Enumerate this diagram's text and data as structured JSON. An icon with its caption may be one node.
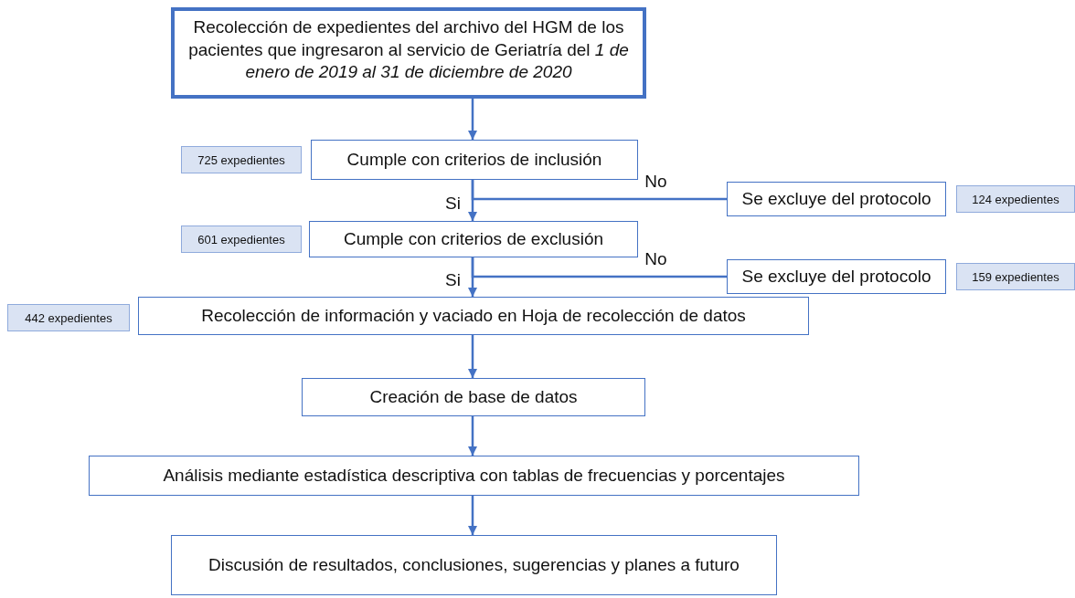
{
  "diagram": {
    "nodes": [
      {
        "text": [
          "Recolección de expedientes del archivo del HGM de los pacientes que ingresaron al servicio de Geriatría del *1 de enero de 2019 al 31 de diciembre de 2020*"
        ]
      },
      {
        "text": [
          "725 expedientes"
        ]
      },
      {
        "text": [
          "Cumple con criterios de inclusión"
        ]
      },
      {
        "text": [
          "Se excluye del protocolo"
        ]
      },
      {
        "text": [
          "124 expedientes"
        ]
      },
      {
        "text": [
          "601 expedientes"
        ]
      },
      {
        "text": [
          "Cumple con criterios de exclusión"
        ]
      },
      {
        "text": [
          "Se excluye del protocolo"
        ]
      },
      {
        "text": [
          "159 expedientes"
        ]
      },
      {
        "text": [
          "442 expedientes"
        ]
      },
      {
        "text": [
          "Recolección de información y vaciado en Hoja de recolección de datos"
        ]
      },
      {
        "text": [
          "Creación de base de datos"
        ]
      },
      {
        "text": [
          "Análisis mediante estadística descriptiva con tablas de frecuencias y porcentajes"
        ]
      },
      {
        "text": [
          "Discusión de resultados, conclusiones, sugerencias y planes a futuro"
        ]
      }
    ],
    "edges": [
      {
        "from": 0,
        "to": 2,
        "arrow": "to"
      },
      {
        "from": 2,
        "to": 6,
        "arrow": "to",
        "label": "Si"
      },
      {
        "from": 2,
        "to": 3,
        "arrow": "none",
        "label": "No"
      },
      {
        "from": 6,
        "to": 10,
        "arrow": "to",
        "label": "Si"
      },
      {
        "from": 6,
        "to": 7,
        "arrow": "none",
        "label": "No"
      },
      {
        "from": 10,
        "to": 11,
        "arrow": "to"
      },
      {
        "from": 11,
        "to": 12,
        "arrow": "to"
      },
      {
        "from": 12,
        "to": 13,
        "arrow": "to"
      }
    ]
  }
}
